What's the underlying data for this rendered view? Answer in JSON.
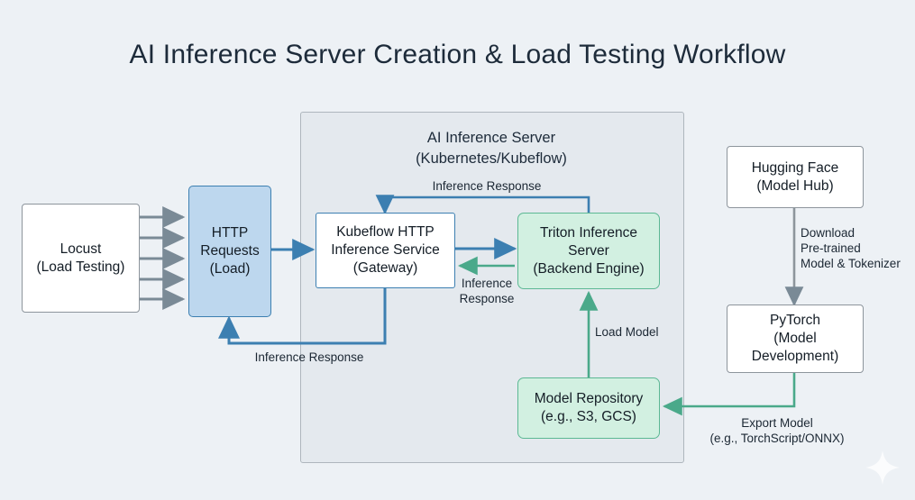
{
  "page": {
    "title": "AI Inference Server Creation & Load Testing Workflow",
    "background_color": "#edf1f5"
  },
  "colors": {
    "blue_fill": "#bdd7ee",
    "blue_stroke": "#3c7fb1",
    "green_fill": "#d2f0e1",
    "green_stroke": "#5cb894",
    "gray_stroke": "#8d959c",
    "arrow_gray": "#7a8a96",
    "group_fill": "#e4e9ee",
    "text": "#1b2733"
  },
  "group": {
    "title_line1": "AI Inference Server",
    "title_line2": "(Kubernetes/Kubeflow)"
  },
  "nodes": {
    "locust": {
      "line1": "Locust",
      "line2": "(Load Testing)"
    },
    "http_requests": {
      "line1": "HTTP",
      "line2": "Requests",
      "line3": "(Load)"
    },
    "kubeflow_gateway": {
      "line1": "Kubeflow HTTP",
      "line2": "Inference Service",
      "line3": "(Gateway)"
    },
    "triton": {
      "line1": "Triton Inference",
      "line2": "Server",
      "line3": "(Backend Engine)"
    },
    "model_repository": {
      "line1": "Model Repository",
      "line2": "(e.g., S3, GCS)"
    },
    "hugging_face": {
      "line1": "Hugging Face",
      "line2": "(Model Hub)"
    },
    "pytorch": {
      "line1": "PyTorch",
      "line2": "(Model",
      "line3": "Development)"
    }
  },
  "edge_labels": {
    "inference_response_top": "Inference Response",
    "inference_response_mid": "Inference\nResponse",
    "inference_response_bottom": "Inference Response",
    "load_model": "Load Model",
    "download_model": "Download\nPre-trained\nModel & Tokenizer",
    "export_model": "Export Model\n(e.g., TorchScript/ONNX)"
  },
  "decoration": {
    "sparkle": "sparkle-icon"
  }
}
